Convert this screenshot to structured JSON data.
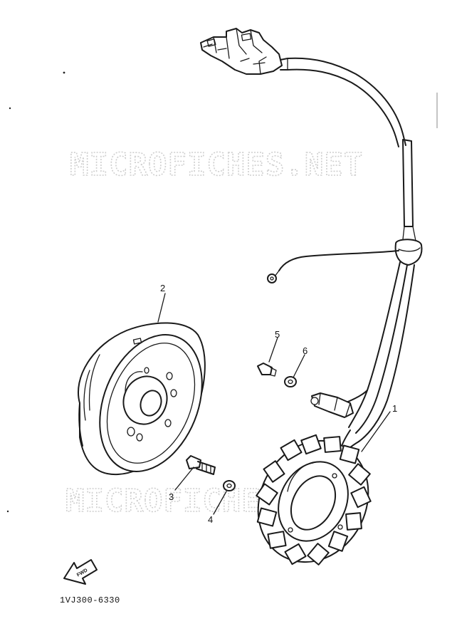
{
  "watermark": {
    "text": "MICROFICHES.NET"
  },
  "callouts": {
    "part1": "1",
    "part2": "2",
    "part3": "3",
    "part4": "4",
    "part5": "5",
    "part6": "6"
  },
  "direction_arrow": {
    "label": "FWD"
  },
  "diagram_code": "1VJ300-6330"
}
